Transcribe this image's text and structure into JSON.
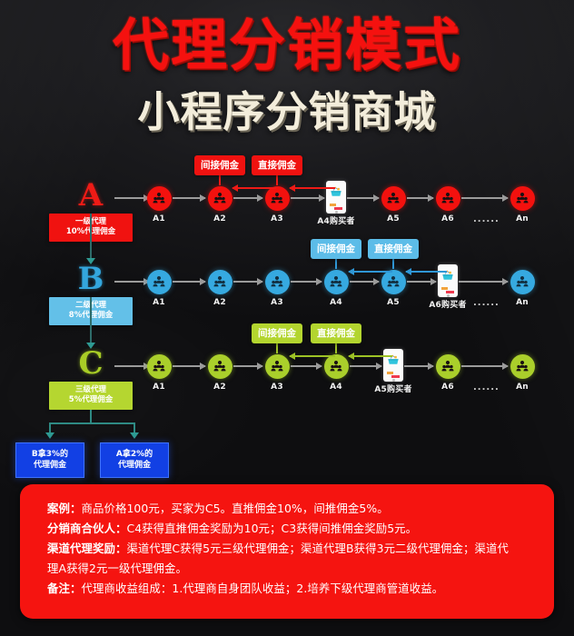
{
  "title": {
    "main": "代理分销模式",
    "sub": "小程序分销商城"
  },
  "colors": {
    "tier_a": "#f3110e",
    "tier_b": "#36a9e0",
    "tier_c": "#aacf2b",
    "panel_red": "#f51410",
    "result_blue": "#1240e4",
    "background": "#0c0c0e"
  },
  "diagram": {
    "tiers": [
      {
        "letter": "A",
        "badge_line1": "一级代理",
        "badge_line2": "10%代理佣金",
        "nodes": [
          "A1",
          "A2",
          "A3",
          "A4购买者",
          "A5",
          "A6",
          "An"
        ],
        "buyer_index": 3,
        "dots": "......",
        "indirect_label": "间接佣金",
        "direct_label": "直接佣金",
        "indirect_node_index": 1,
        "direct_node_index": 2
      },
      {
        "letter": "B",
        "badge_line1": "二级代理",
        "badge_line2": "8%代理佣金",
        "nodes": [
          "A1",
          "A2",
          "A3",
          "A4",
          "A5",
          "A6购买者",
          "An"
        ],
        "buyer_index": 5,
        "dots": "......",
        "indirect_label": "间接佣金",
        "direct_label": "直接佣金",
        "indirect_node_index": 3,
        "direct_node_index": 4
      },
      {
        "letter": "C",
        "badge_line1": "三级代理",
        "badge_line2": "5%代理佣金",
        "nodes": [
          "A1",
          "A2",
          "A3",
          "A4",
          "A5购买者",
          "A6",
          "An"
        ],
        "buyer_index": 4,
        "dots": "......",
        "indirect_label": "间接佣金",
        "direct_label": "直接佣金",
        "indirect_node_index": 2,
        "direct_node_index": 3
      }
    ],
    "results": [
      {
        "line1": "B拿3%的",
        "line2": "代理佣金"
      },
      {
        "line1": "A拿2%的",
        "line2": "代理佣金"
      }
    ]
  },
  "notes": [
    {
      "label": "案例：",
      "text": "商品价格100元，买家为C5。直推佣金10%，间推佣金5%。"
    },
    {
      "label": "分销商合伙人：",
      "text": "C4获得直推佣金奖励为10元；C3获得间推佣金奖励5元。"
    },
    {
      "label": "渠道代理奖励：",
      "text": "渠道代理C获得5元三级代理佣金；渠道代理B获得3元二级代理佣金；渠道代"
    },
    {
      "label": "",
      "text": "理A获得2元一级代理佣金。"
    },
    {
      "label": "备注：",
      "text": "代理商收益组成：1.代理商自身团队收益；2.培养下级代理商管道收益。"
    }
  ],
  "icons": {
    "group": "people-group-icon",
    "phone": "phone-shopping-icon",
    "basket": "shopping-basket-icon"
  }
}
